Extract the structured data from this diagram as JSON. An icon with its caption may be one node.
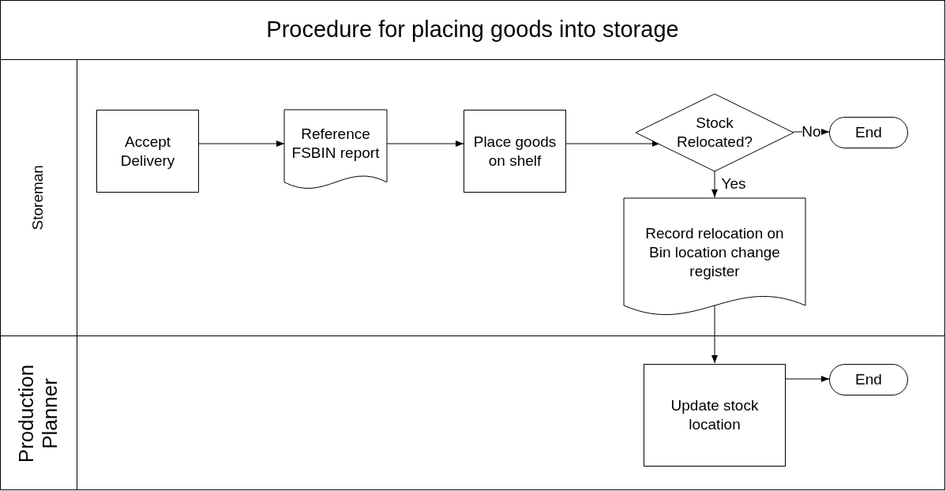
{
  "diagram": {
    "title": "Procedure for placing goods into storage",
    "nodes": [
      {
        "text": [
          "Storeman"
        ]
      },
      {
        "text": [
          "Production Planner"
        ]
      },
      {
        "text": [
          "Accept Delivery"
        ],
        "in": 0
      },
      {
        "text": [
          "Reference FSBIN report"
        ],
        "in": 0
      },
      {
        "text": [
          "Place goods on shelf"
        ],
        "in": 0
      },
      {
        "text": [
          "Stock Relocated?"
        ],
        "in": 0
      },
      {
        "text": [
          "End"
        ],
        "in": 0
      },
      {
        "text": [
          "Record relocation on Bin location change register"
        ],
        "in": 0
      },
      {
        "text": [
          "Update stock location"
        ],
        "in": 1
      },
      {
        "text": [
          "End"
        ],
        "in": 1
      }
    ],
    "edges": [
      {
        "from": 2,
        "to": 3,
        "arrow": "to"
      },
      {
        "from": 3,
        "to": 4,
        "arrow": "to"
      },
      {
        "from": 4,
        "to": 5,
        "arrow": "to"
      },
      {
        "from": 5,
        "to": 6,
        "arrow": "to",
        "label": "No"
      },
      {
        "from": 5,
        "to": 7,
        "arrow": "to",
        "label": "Yes"
      },
      {
        "from": 7,
        "to": 8,
        "arrow": "to"
      },
      {
        "from": 8,
        "to": 9,
        "arrow": "to"
      }
    ]
  }
}
